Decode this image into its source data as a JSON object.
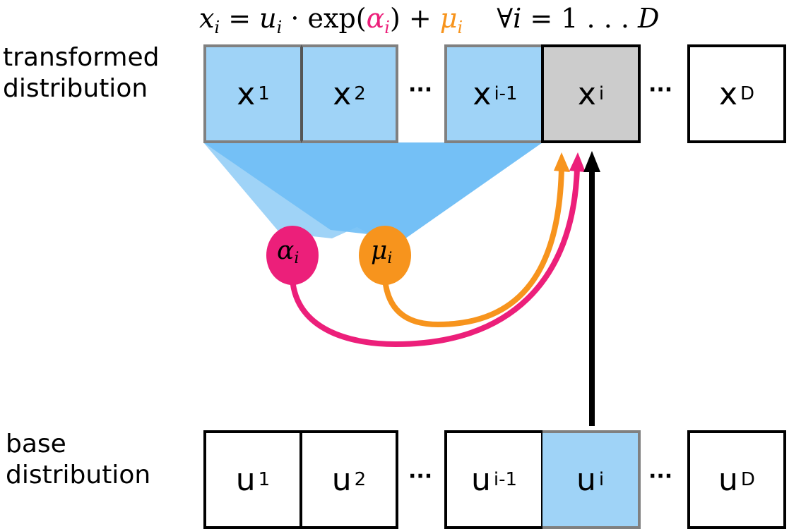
{
  "formula": {
    "lhs": "x",
    "lhs_sub": "i",
    "eq": " = ",
    "u": "u",
    "u_sub": "i",
    "dot_exp": " · exp(",
    "alpha": "α",
    "alpha_sub": "i",
    "close_plus": ") + ",
    "mu": "μ",
    "mu_sub": "i",
    "forall": "∀",
    "forall_i": "i",
    "range": " = 1 . . . ",
    "D": "D"
  },
  "labels": {
    "transformed_line1": "transformed",
    "transformed_line2": "distribution",
    "base_line1": "base",
    "base_line2": "distribution"
  },
  "transformed_row": [
    {
      "var": "x",
      "sub": "1",
      "state": "conditioning"
    },
    {
      "var": "x",
      "sub": "2",
      "state": "conditioning"
    },
    {
      "var": "x",
      "sub": "i-1",
      "state": "conditioning"
    },
    {
      "var": "x",
      "sub": "i",
      "state": "current"
    },
    {
      "var": "x",
      "sub": "D",
      "state": "pending"
    }
  ],
  "base_row": [
    {
      "var": "u",
      "sub": "1",
      "state": "idle"
    },
    {
      "var": "u",
      "sub": "2",
      "state": "idle"
    },
    {
      "var": "u",
      "sub": "i-1",
      "state": "idle"
    },
    {
      "var": "u",
      "sub": "i",
      "state": "active"
    },
    {
      "var": "u",
      "sub": "D",
      "state": "idle"
    }
  ],
  "ellipsis": "···",
  "nodes": {
    "alpha": {
      "symbol": "α",
      "sub": "i"
    },
    "mu": {
      "symbol": "μ",
      "sub": "i"
    }
  },
  "colors": {
    "light_blue": "#9fd3f7",
    "blue_fan": "#6fbef5",
    "gray_cell": "#cccccc",
    "pink": "#ec1f7a",
    "orange": "#f7941d",
    "black": "#000000",
    "gray_border": "#808080"
  }
}
